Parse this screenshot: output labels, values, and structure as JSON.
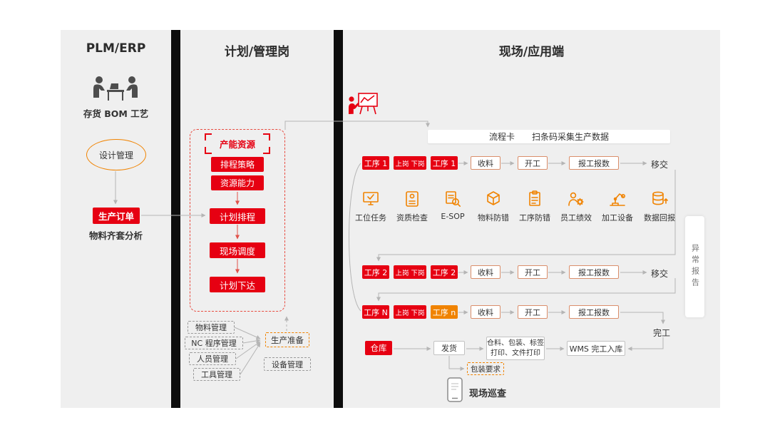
{
  "columns": {
    "plm": {
      "title": "PLM/ERP",
      "caption": "存货 BOM 工艺",
      "design_mgmt": "设计管理",
      "production_order": "生产订单",
      "material_analysis": "物料齐套分析"
    },
    "planning": {
      "title": "计划/管理岗",
      "capacity_resource": "产能资源",
      "scheduling_strategy": "排程策略",
      "resource_capability": "资源能力",
      "plan_scheduling": "计划排程",
      "site_dispatch": "现场调度",
      "plan_release": "计划下达",
      "material_mgmt": "物料管理",
      "nc_program_mgmt": "NC 程序管理",
      "personnel_mgmt": "人员管理",
      "tool_mgmt": "工具管理",
      "production_prep": "生产准备",
      "equipment_mgmt": "设备管理"
    },
    "site": {
      "title": "现场/应用端",
      "process_card": "流程卡　　扫条码采集生产数据",
      "rows": [
        {
          "step": "工序 1",
          "onoff": "上岗 下岗",
          "op": "工序 1",
          "receive": "收料",
          "start": "开工",
          "report": "报工报数",
          "transfer": "移交"
        },
        {
          "step": "工序 2",
          "onoff": "上岗 下岗",
          "op": "工序 2",
          "receive": "收料",
          "start": "开工",
          "report": "报工报数",
          "transfer": "移交"
        },
        {
          "step": "工序 N",
          "onoff": "上岗 下岗",
          "op": "工序 n",
          "receive": "收料",
          "start": "开工",
          "report": "报工报数",
          "transfer": ""
        }
      ],
      "features": [
        {
          "label": "工位任务",
          "icon": "workstation-task-icon"
        },
        {
          "label": "资质检查",
          "icon": "qualification-check-icon"
        },
        {
          "label": "E-SOP",
          "icon": "esop-icon"
        },
        {
          "label": "物料防错",
          "icon": "material-errorproof-icon"
        },
        {
          "label": "工序防错",
          "icon": "process-errorproof-icon"
        },
        {
          "label": "员工绩效",
          "icon": "employee-performance-icon"
        },
        {
          "label": "加工设备",
          "icon": "machining-equipment-icon"
        },
        {
          "label": "数据回报",
          "icon": "data-feedback-icon"
        }
      ],
      "complete": "完工",
      "warehouse": "仓库",
      "ship": "发货",
      "print_line1": "仓料、包装、标签",
      "print_line2": "打印、文件打印",
      "wms": "WMS 完工入库",
      "packaging_req": "包装要求",
      "inspection": "现场巡查",
      "exception_report": "异常报告"
    }
  },
  "colors": {
    "red": "#e60012",
    "orange": "#f08300",
    "panel_gray": "#efefef",
    "divider_black": "#0d0d0d"
  }
}
